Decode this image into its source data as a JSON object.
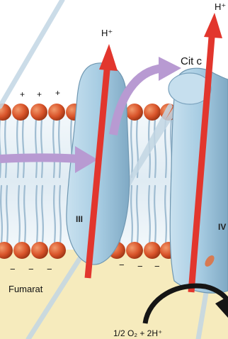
{
  "labels": {
    "h_plus_top": "H⁺",
    "h_plus_right": "H⁺",
    "cyt_c": "Cit c",
    "complex_iii": "III",
    "complex_iv": "IV",
    "fumarate": "Fumarat",
    "reaction": "1/2 O₂ + 2H⁺",
    "plus_signs": [
      "+",
      "+",
      "+"
    ],
    "minus_signs": [
      "−",
      "−",
      "−",
      "−",
      "−",
      "−"
    ]
  },
  "colors": {
    "background_top": "#ffffff",
    "matrix": "#f6ebbd",
    "membrane_band": "#e7f0f6",
    "phospholipid_head": "#d9542a",
    "lipid_tail": "#a9c3d6",
    "protein": "#a8cde3",
    "proton_arrow": "#e2362d",
    "electron_arrow": "#b89ad2",
    "curved_arrow": "#151515"
  }
}
